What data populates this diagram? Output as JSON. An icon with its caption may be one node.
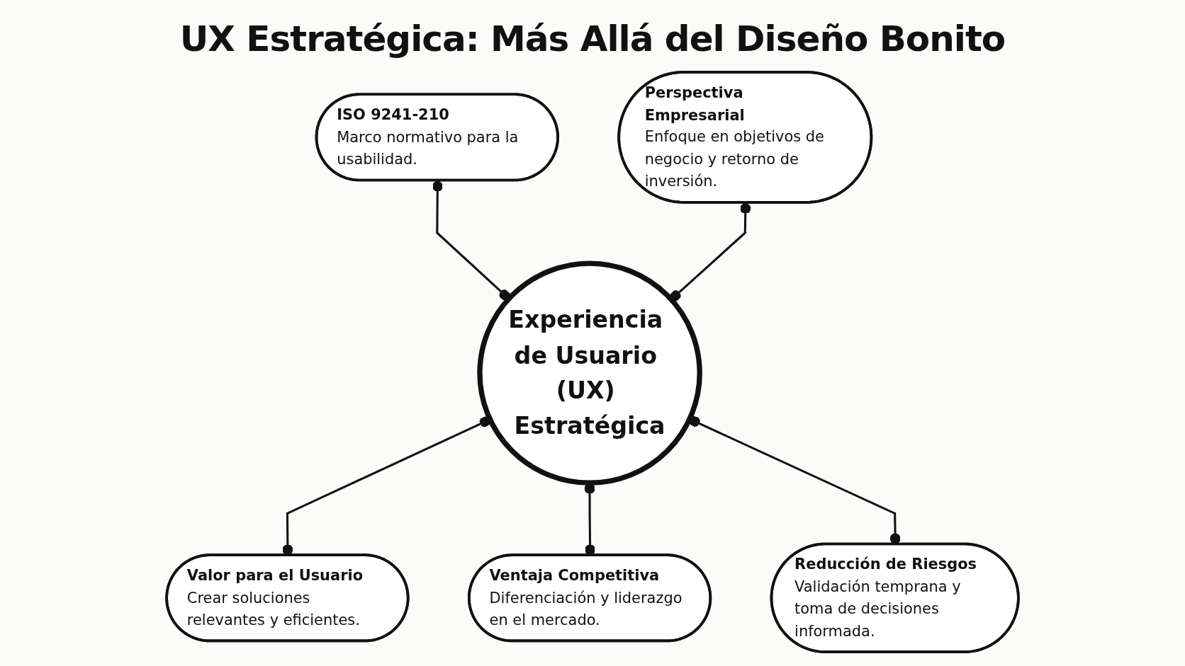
{
  "diagram": {
    "title": "UX Estratégica: Más Allá del Diseño Bonito",
    "nodes": [
      {
        "text": [
          "Experiencia de Usuario (UX) Estratégica"
        ]
      },
      {
        "text": [
          "ISO 9241-210",
          "Marco normativo para la usabilidad."
        ]
      },
      {
        "text": [
          "Perspectiva Empresarial",
          "Enfoque en objetivos de negocio y retorno de inversión."
        ]
      },
      {
        "text": [
          "Valor para el Usuario",
          "Crear soluciones relevantes y eficientes."
        ]
      },
      {
        "text": [
          "Ventaja Competitiva",
          "Diferenciación y liderazgo en el mercado."
        ]
      },
      {
        "text": [
          "Reducción de Riesgos",
          "Validación temprana y toma de decisiones informada."
        ]
      }
    ],
    "edges": [
      {
        "from": 1,
        "to": 0,
        "arrow": "other"
      },
      {
        "from": 2,
        "to": 0,
        "arrow": "other"
      },
      {
        "from": 0,
        "to": 3,
        "arrow": "other"
      },
      {
        "from": 0,
        "to": 4,
        "arrow": "other"
      },
      {
        "from": 0,
        "to": 5,
        "arrow": "other"
      }
    ]
  }
}
